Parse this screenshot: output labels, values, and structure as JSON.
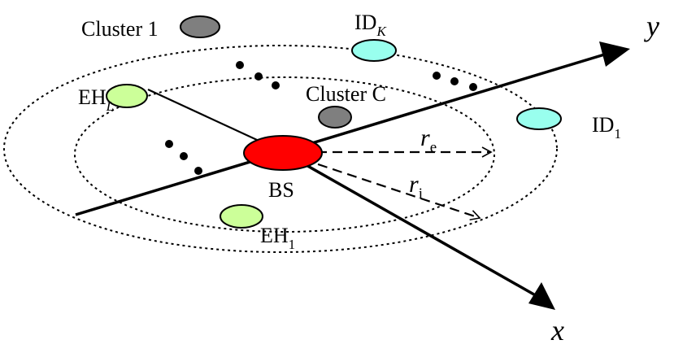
{
  "labels": {
    "cluster1": "Cluster 1",
    "clusterC": "Cluster C",
    "idk": {
      "base": "ID",
      "sub": "K"
    },
    "id1": {
      "base": "ID",
      "sub": "1"
    },
    "ehL": {
      "base": "EH",
      "sub": "L"
    },
    "eh1": {
      "base": "EH",
      "sub": "1"
    },
    "bs": "BS",
    "re": {
      "base": "r",
      "sub": "e"
    },
    "ri": {
      "base": "r",
      "sub": "i"
    },
    "axis_y": "y",
    "axis_x": "x"
  },
  "colors": {
    "cluster": "#7f7f7f",
    "id_node": "#99ffee",
    "eh_node": "#ccff99",
    "bs": "#ff0000"
  }
}
